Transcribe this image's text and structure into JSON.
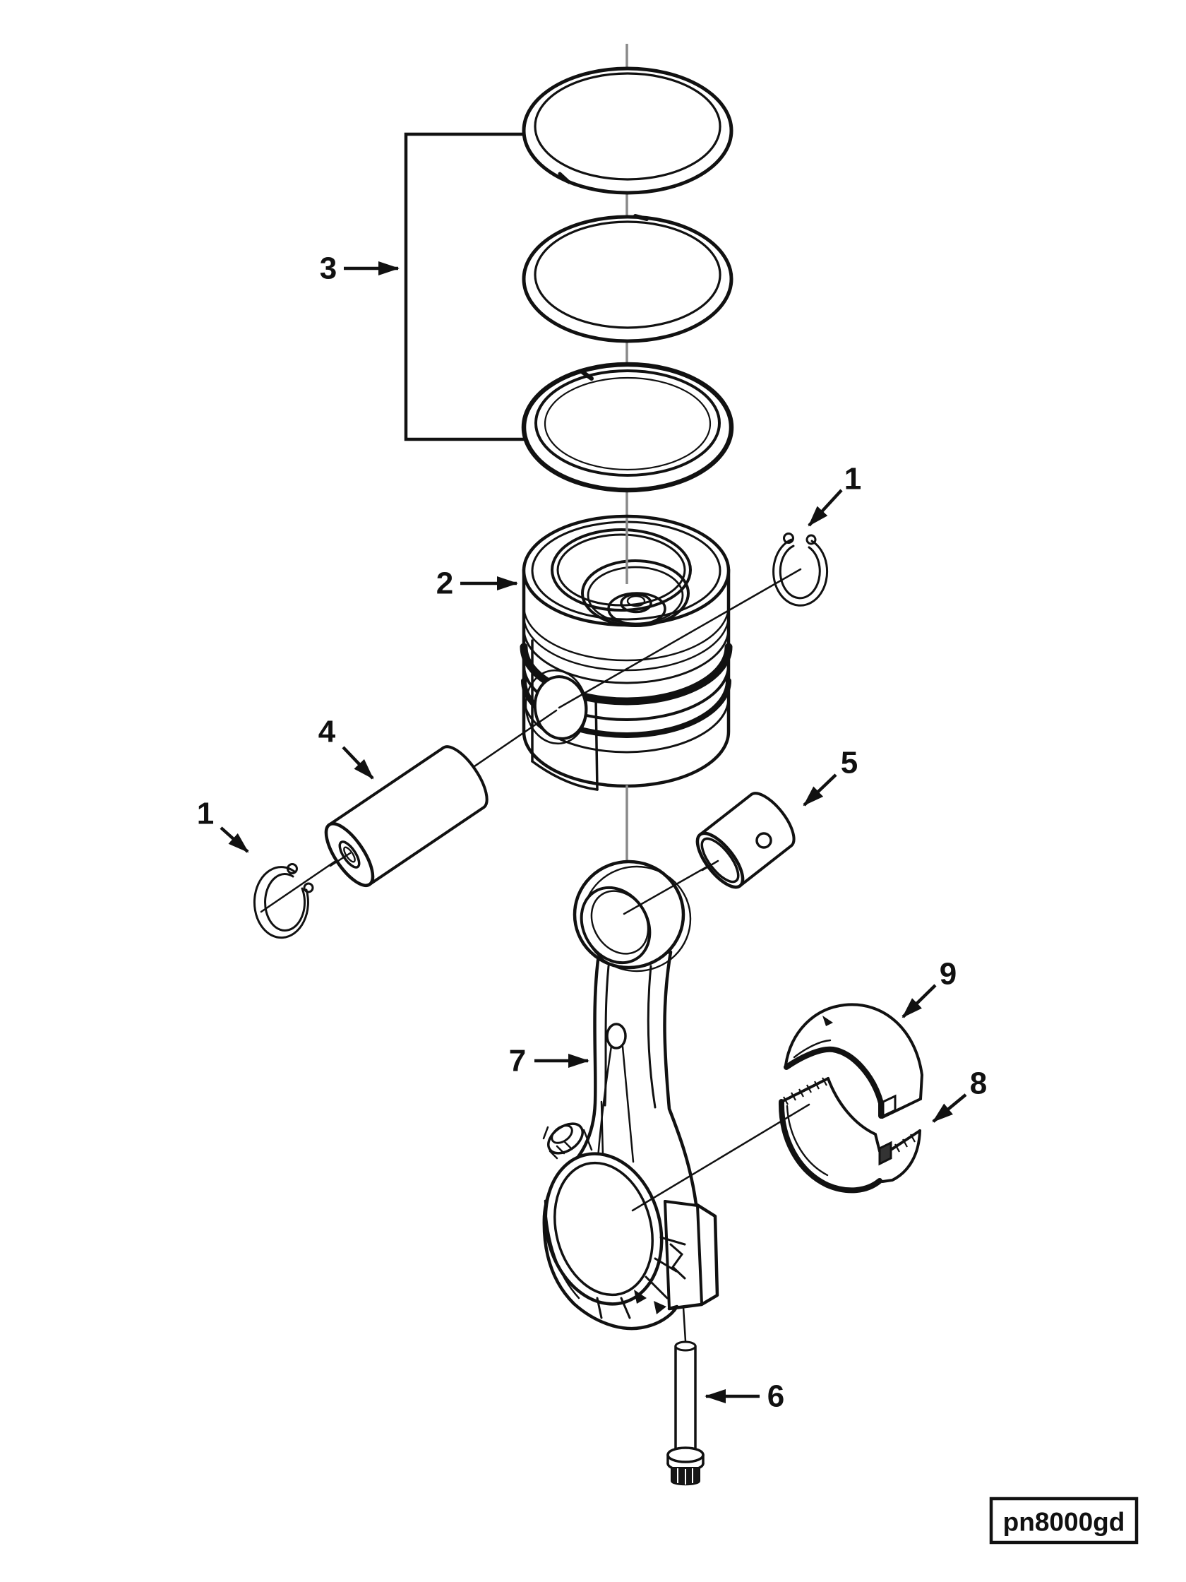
{
  "diagram": {
    "part_code": "pn8000gd",
    "colors": {
      "line": "#111111",
      "centerline": "#8a8a8a",
      "background": "#ffffff"
    },
    "callouts": {
      "three": {
        "label": "3"
      },
      "two": {
        "label": "2"
      },
      "one_right": {
        "label": "1"
      },
      "one_left": {
        "label": "1"
      },
      "four": {
        "label": "4"
      },
      "five": {
        "label": "5"
      },
      "six": {
        "label": "6"
      },
      "seven": {
        "label": "7"
      },
      "eight": {
        "label": "8"
      },
      "nine": {
        "label": "9"
      }
    }
  }
}
